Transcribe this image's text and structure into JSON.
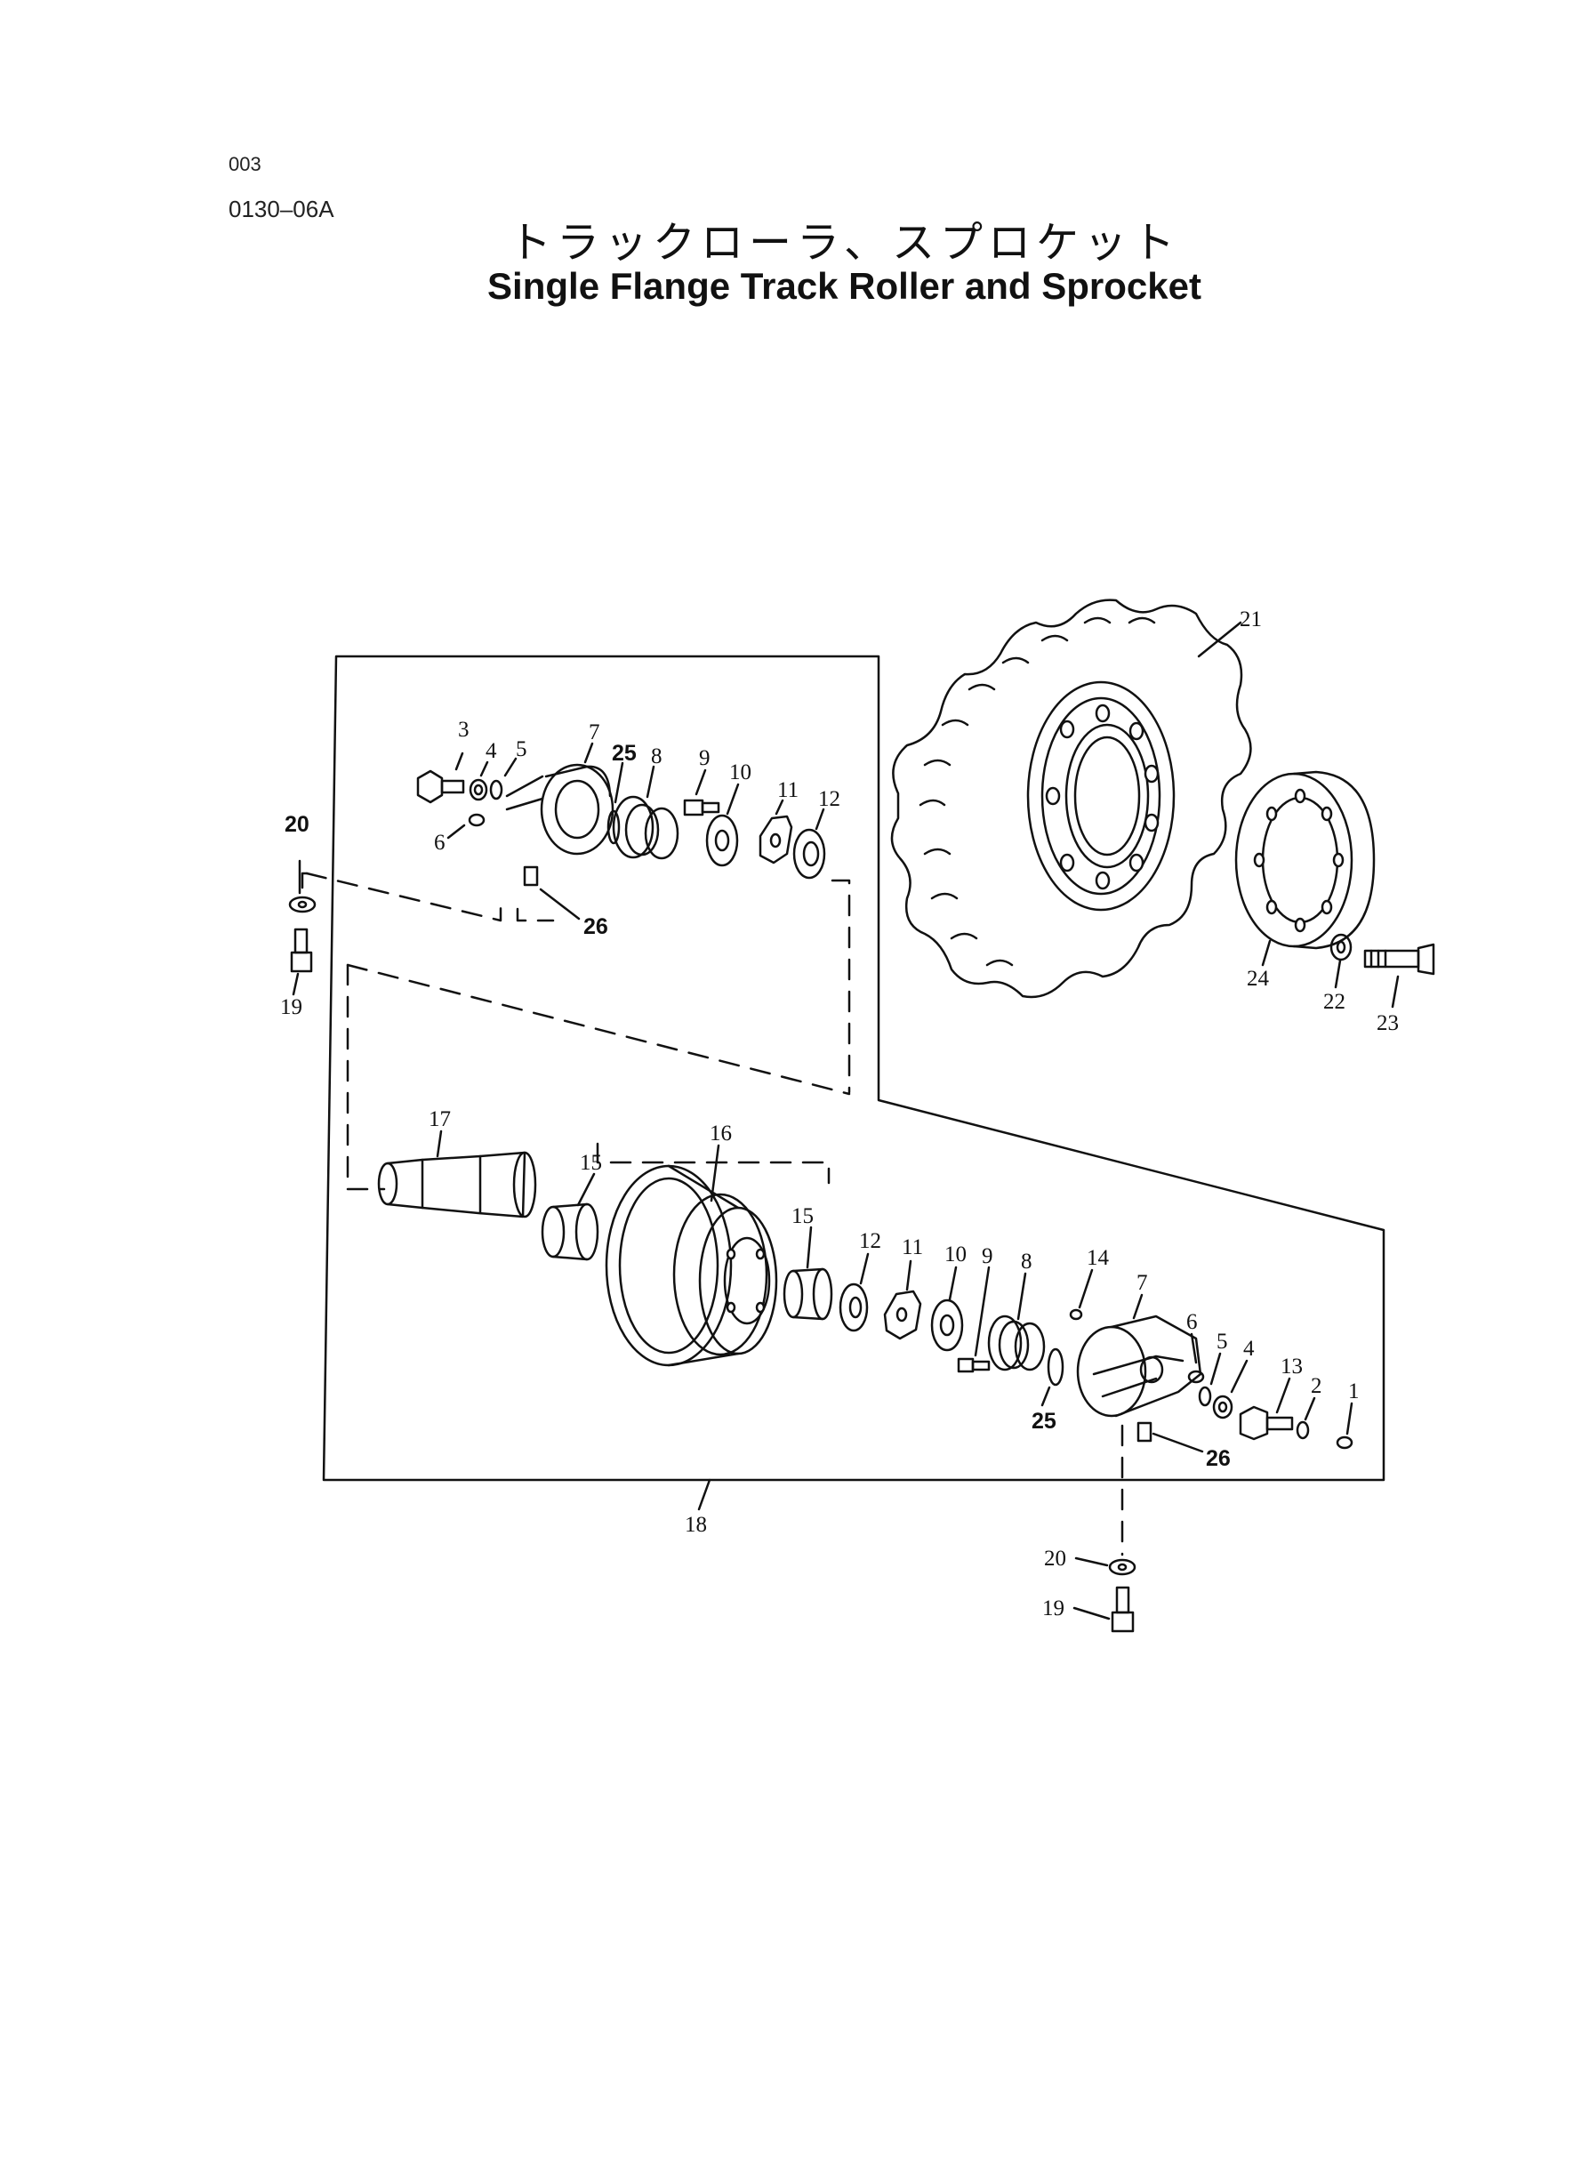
{
  "header": {
    "page_no": "003",
    "figure_no": "0130–06A",
    "title_jp": "トラックローラ、スプロケット",
    "title_en": "Single Flange Track Roller and Sprocket"
  },
  "callouts": {
    "c1": "1",
    "c2": "2",
    "c3": "3",
    "c4a": "4",
    "c4b": "4",
    "c5a": "5",
    "c5b": "5",
    "c6a": "6",
    "c6b": "6",
    "c7a": "7",
    "c7b": "7",
    "c8a": "8",
    "c8b": "8",
    "c9a": "9",
    "c9b": "9",
    "c10a": "10",
    "c10b": "10",
    "c11a": "11",
    "c11b": "11",
    "c12a": "12",
    "c12b": "12",
    "c13": "13",
    "c14": "14",
    "c15a": "15",
    "c15b": "15",
    "c16": "16",
    "c17": "17",
    "c18": "18",
    "c19a": "19",
    "c19b": "19",
    "c20a": "20",
    "c20b": "20",
    "c21": "21",
    "c22": "22",
    "c23": "23",
    "c24": "24",
    "c25a": "25",
    "c25b": "25",
    "c26a": "26",
    "c26b": "26"
  }
}
